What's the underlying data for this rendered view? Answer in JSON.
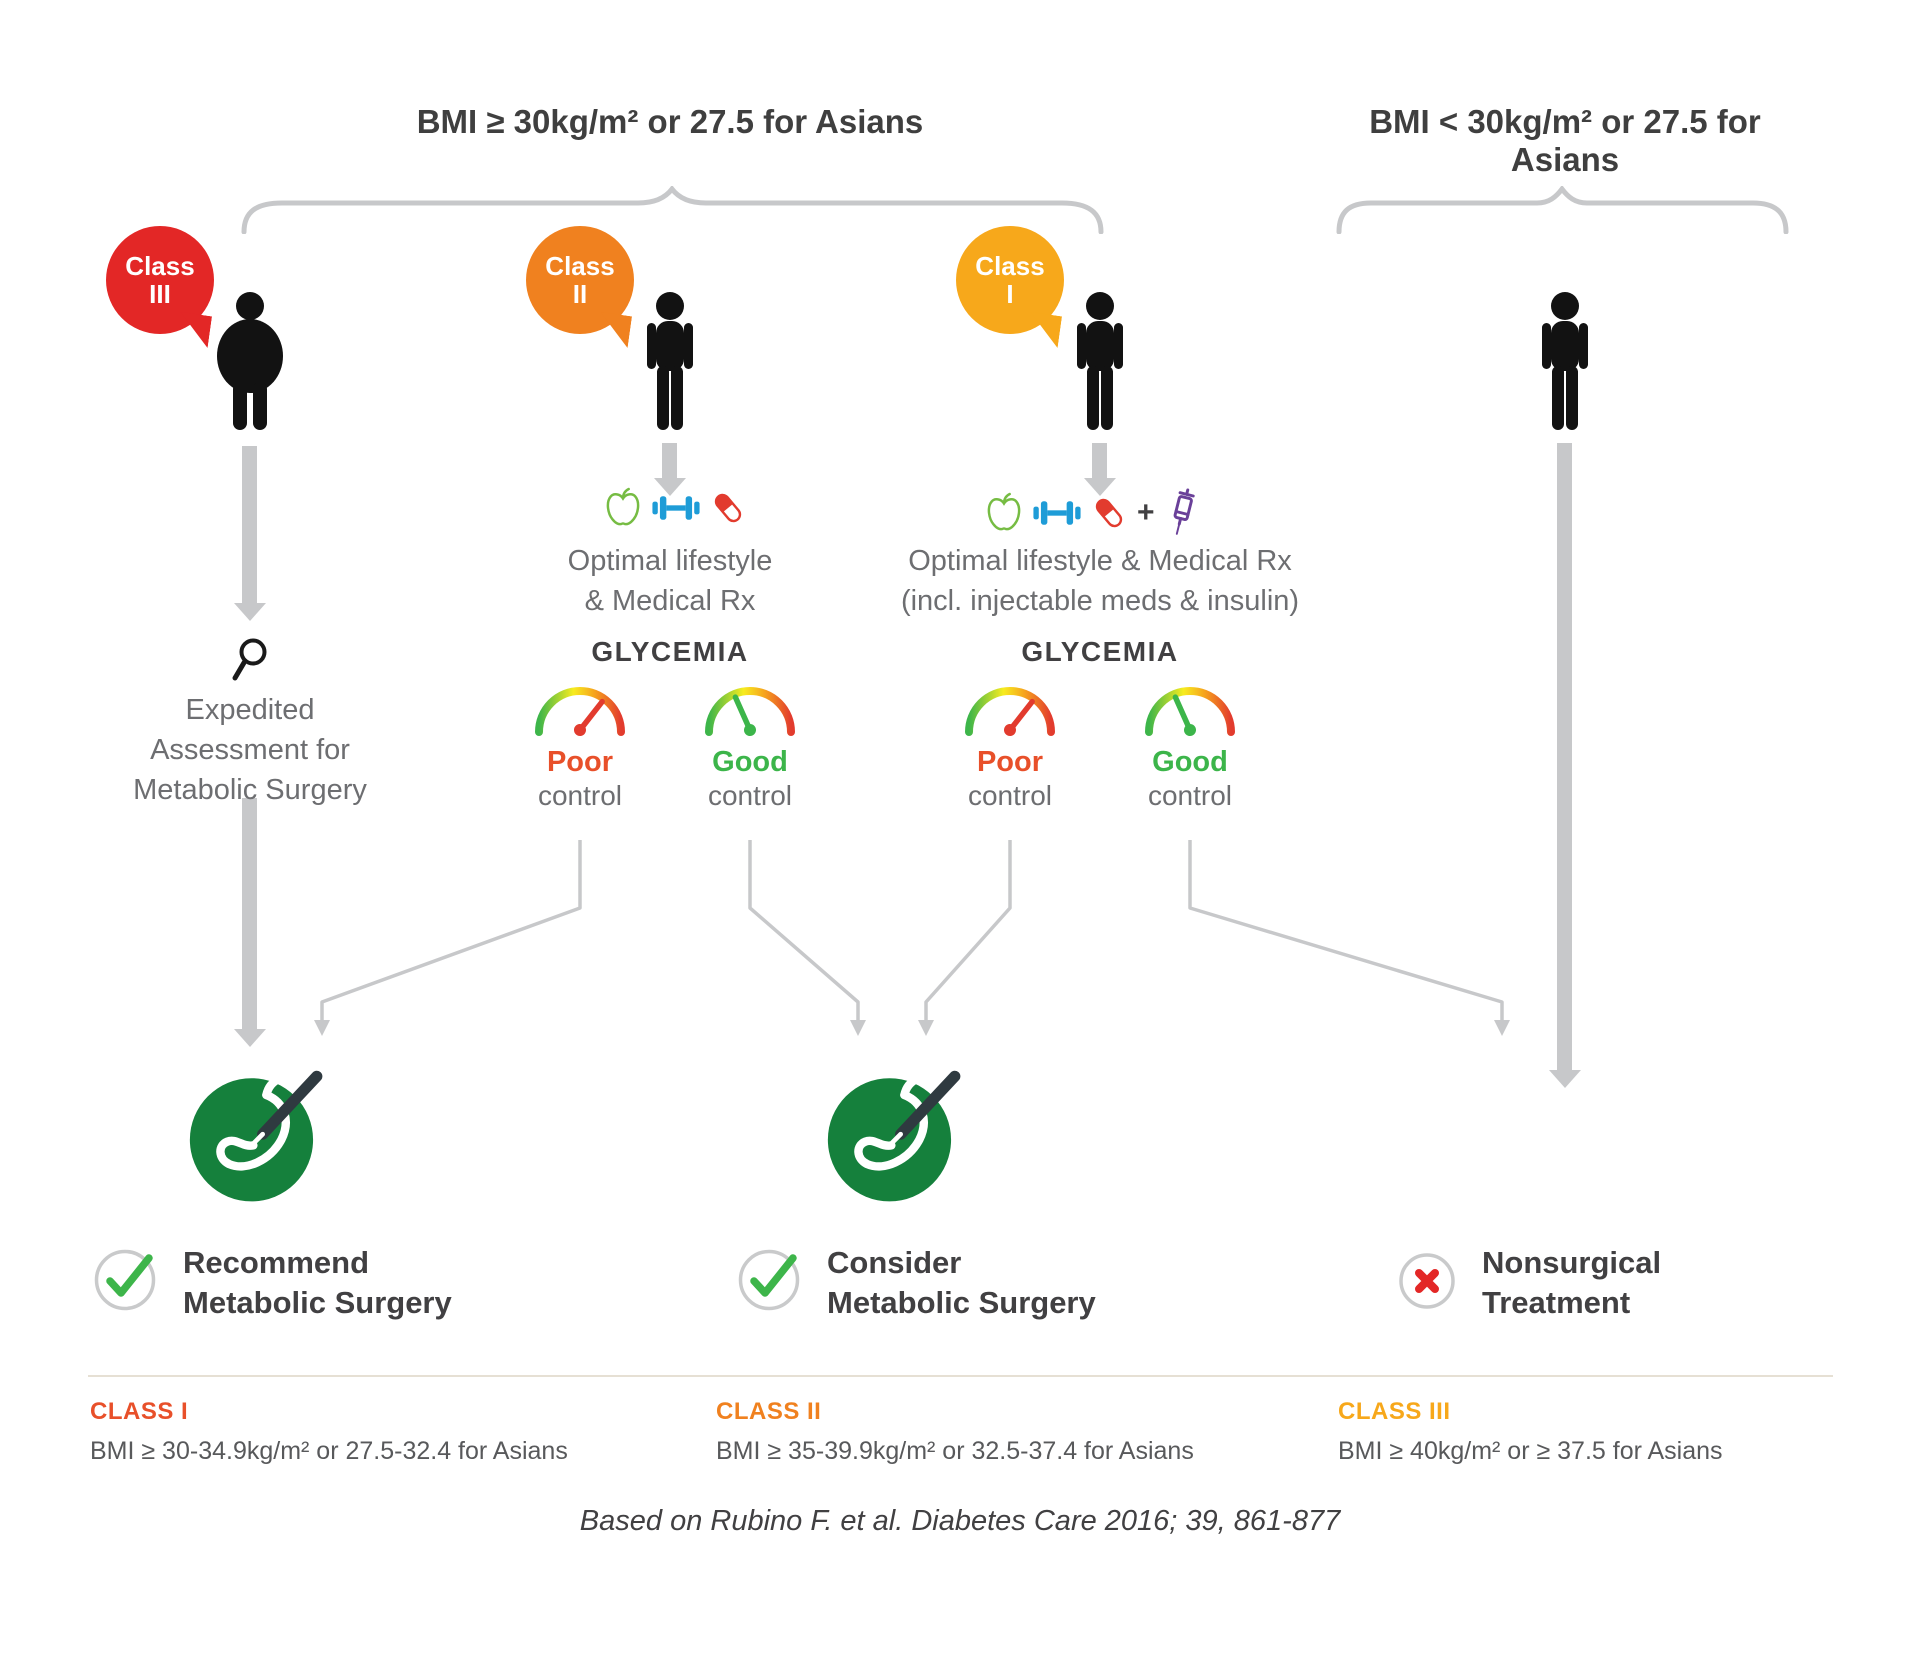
{
  "palette": {
    "class3_red": "#e32726",
    "class2_orange": "#f0811f",
    "class1_amber": "#f7a81b",
    "good_green": "#3cb54a",
    "poor_red": "#e8502a",
    "surgery_green": "#15803c",
    "arrow_gray": "#c7c8ca",
    "text_dark": "#414042",
    "text_gray": "#6d6e71"
  },
  "icons": {
    "apple": "#76bc43",
    "dumbbell": "#1e9cd7",
    "pill": "#e23b2e",
    "syringe": "#6a4099",
    "magnifier": "#1a1a1a",
    "stomach_surgery": "#15803c",
    "check": "#3cb54a",
    "cross": "#e32726"
  },
  "headers": {
    "left": "BMI ≥ 30kg/m² or 27.5 for Asians",
    "right": "BMI < 30kg/m² or 27.5 for Asians"
  },
  "columns": [
    {
      "bubble_line1": "Class",
      "bubble_line2": "III"
    },
    {
      "bubble_line1": "Class",
      "bubble_line2": "II"
    },
    {
      "bubble_line1": "Class",
      "bubble_line2": "I"
    }
  ],
  "plus_sign": "+",
  "treatments": {
    "expedited": {
      "line1": "Expedited",
      "line2": "Assessment for",
      "line3": "Metabolic Surgery"
    },
    "class2": {
      "line1": "Optimal lifestyle",
      "line2": "& Medical Rx"
    },
    "class1": {
      "line1": "Optimal lifestyle & Medical Rx",
      "line2": "(incl. injectable meds & insulin)"
    }
  },
  "glycemia": {
    "title1": "GLYCEMIA",
    "title2": "GLYCEMIA",
    "gauges": [
      {
        "quality": "Poor",
        "word": "control",
        "kind": "poor"
      },
      {
        "quality": "Good",
        "word": "control",
        "kind": "good"
      },
      {
        "quality": "Poor",
        "word": "control",
        "kind": "poor"
      },
      {
        "quality": "Good",
        "word": "control",
        "kind": "good"
      }
    ]
  },
  "outcomes": {
    "recommend": {
      "line1": "Recommend",
      "line2": "Metabolic Surgery"
    },
    "consider": {
      "line1": "Consider",
      "line2": "Metabolic Surgery"
    },
    "nonsurgical": {
      "line1": "Nonsurgical",
      "line2": "Treatment"
    }
  },
  "legend": [
    {
      "title": "CLASS I",
      "desc": "BMI ≥ 30-34.9kg/m² or 27.5-32.4 for Asians"
    },
    {
      "title": "CLASS II",
      "desc": "BMI ≥ 35-39.9kg/m² or 32.5-37.4 for Asians"
    },
    {
      "title": "CLASS III",
      "desc": "BMI ≥ 40kg/m² or ≥ 37.5 for Asians"
    }
  ],
  "citation": "Based on Rubino F. et al. Diabetes Care 2016; 39, 861-877"
}
